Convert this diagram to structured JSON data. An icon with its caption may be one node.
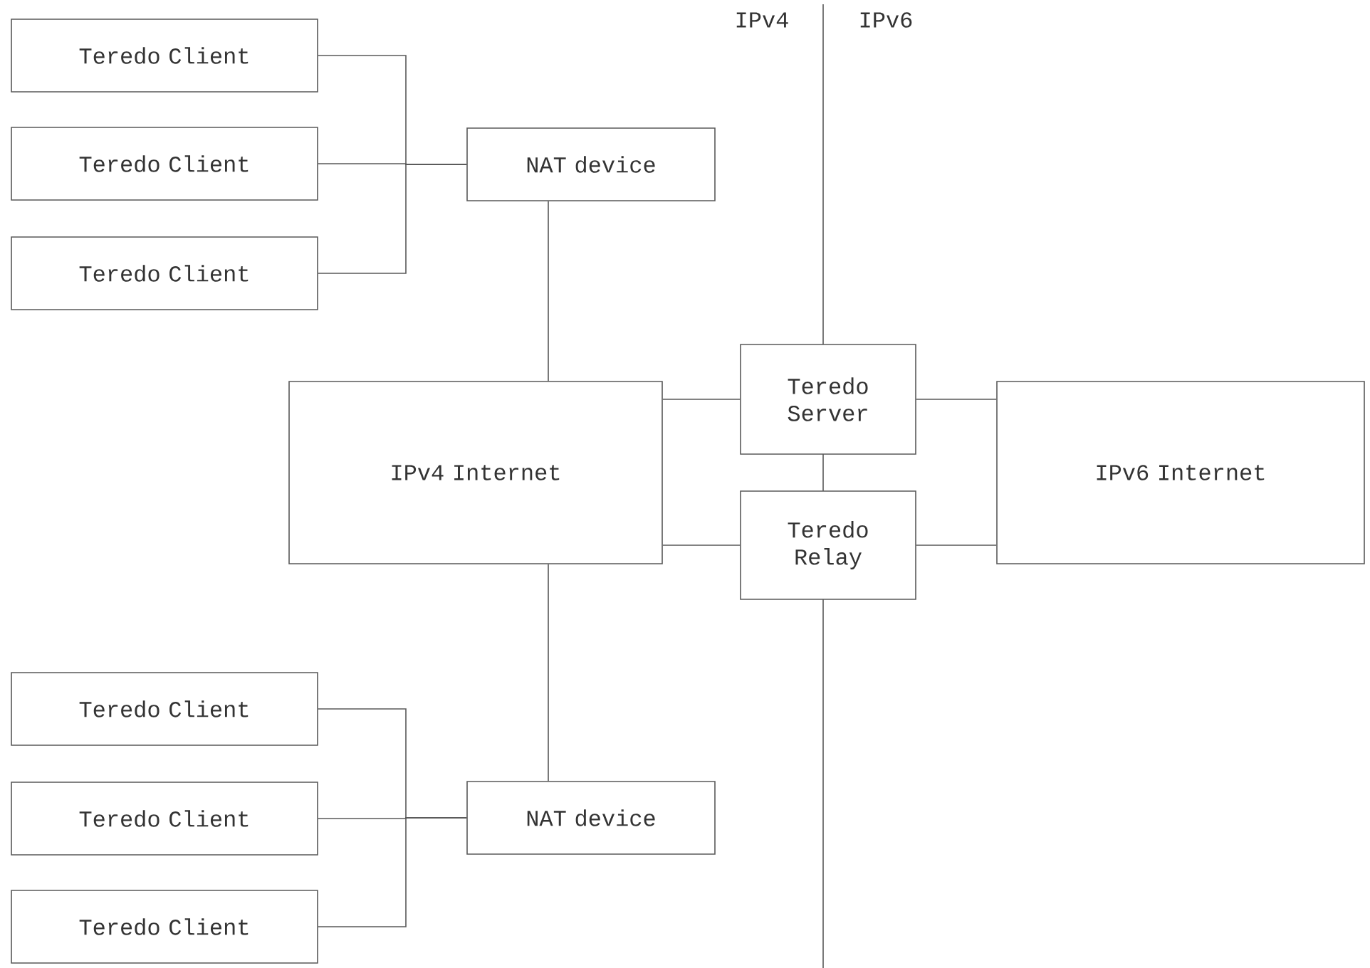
{
  "diagram": {
    "nodes": [
      {
        "text": [
          "Teredo Client"
        ]
      },
      {
        "text": [
          "Teredo Client"
        ]
      },
      {
        "text": [
          "Teredo Client"
        ]
      },
      {
        "text": [
          "NAT device"
        ]
      },
      {
        "text": [
          "IPv4 Internet"
        ]
      },
      {
        "text": [
          "Teredo Server"
        ]
      },
      {
        "text": [
          "Teredo Relay"
        ]
      },
      {
        "text": [
          "IPv6 Internet"
        ]
      },
      {
        "text": [
          "Teredo Client"
        ]
      },
      {
        "text": [
          "Teredo Client"
        ]
      },
      {
        "text": [
          "Teredo Client"
        ]
      },
      {
        "text": [
          "NAT device"
        ]
      }
    ],
    "edges": [
      {
        "from": 0,
        "to": 3,
        "arrow": "none"
      },
      {
        "from": 1,
        "to": 3,
        "arrow": "none"
      },
      {
        "from": 2,
        "to": 3,
        "arrow": "none"
      },
      {
        "from": 3,
        "to": 4,
        "arrow": "none"
      },
      {
        "from": 4,
        "to": 5,
        "arrow": "none"
      },
      {
        "from": 4,
        "to": 6,
        "arrow": "none"
      },
      {
        "from": 5,
        "to": 7,
        "arrow": "none"
      },
      {
        "from": 6,
        "to": 7,
        "arrow": "none"
      },
      {
        "from": 4,
        "to": 11,
        "arrow": "none"
      },
      {
        "from": 8,
        "to": 11,
        "arrow": "none"
      },
      {
        "from": 9,
        "to": 11,
        "arrow": "none"
      },
      {
        "from": 10,
        "to": 11,
        "arrow": "none"
      }
    ],
    "labels": [
      "IPv4",
      "IPv6"
    ]
  }
}
